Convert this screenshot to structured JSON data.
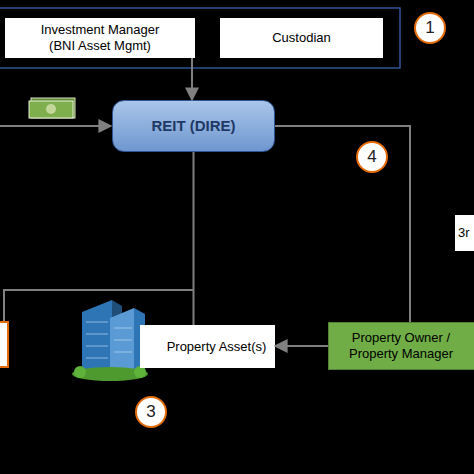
{
  "diagram": {
    "nodes": [
      {
        "text": [
          "Investment Manager (BNI Asset Mgmt)"
        ]
      },
      {
        "text": [
          "Custodian"
        ]
      },
      {
        "text": [
          "REIT (DIRE)"
        ]
      },
      {
        "text": [
          "3r"
        ]
      },
      {
        "text": [
          "Property Asset(s)"
        ]
      },
      {
        "text": [
          "Property Owner / Property Manager"
        ]
      }
    ],
    "edges": [
      {
        "from": 0,
        "to": 2,
        "arrow": "to"
      },
      {
        "from": 2,
        "to": 4,
        "arrow": "none"
      },
      {
        "from": 2,
        "to": 5,
        "arrow": "none"
      },
      {
        "from": 5,
        "to": 4,
        "arrow": "to"
      }
    ],
    "labels": [
      "1",
      "4",
      "3"
    ]
  }
}
